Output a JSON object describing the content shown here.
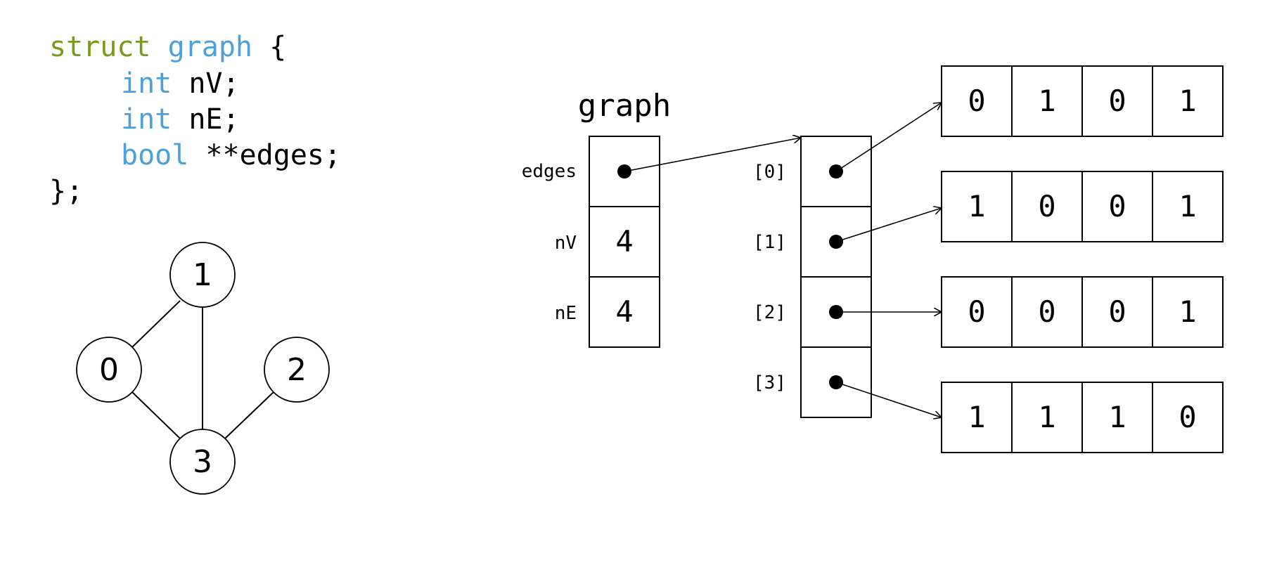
{
  "colors": {
    "keyword_struct": "#7a9a1c",
    "keyword_type": "#4ea1d8",
    "text": "#000000"
  },
  "code": {
    "line1": {
      "kw": "struct",
      "name": "graph",
      "rest": " {"
    },
    "line2": {
      "type": "int",
      "rest": " nV;"
    },
    "line3": {
      "type": "int",
      "rest": " nE;"
    },
    "line4": {
      "type": "bool",
      "rest": " **edges;"
    },
    "line5": "};"
  },
  "graph_drawing": {
    "nodes": [
      "0",
      "1",
      "2",
      "3"
    ],
    "edges": [
      [
        "0",
        "1"
      ],
      [
        "0",
        "3"
      ],
      [
        "1",
        "3"
      ],
      [
        "2",
        "3"
      ]
    ]
  },
  "struct_box": {
    "title": "graph",
    "fields": [
      {
        "label": "edges",
        "value": ""
      },
      {
        "label": "nV",
        "value": "4"
      },
      {
        "label": "nE",
        "value": "4"
      }
    ]
  },
  "pointer_array": {
    "labels": [
      "[0]",
      "[1]",
      "[2]",
      "[3]"
    ]
  },
  "matrix": [
    [
      "0",
      "1",
      "0",
      "1"
    ],
    [
      "1",
      "0",
      "0",
      "1"
    ],
    [
      "0",
      "0",
      "0",
      "1"
    ],
    [
      "1",
      "1",
      "1",
      "0"
    ]
  ]
}
